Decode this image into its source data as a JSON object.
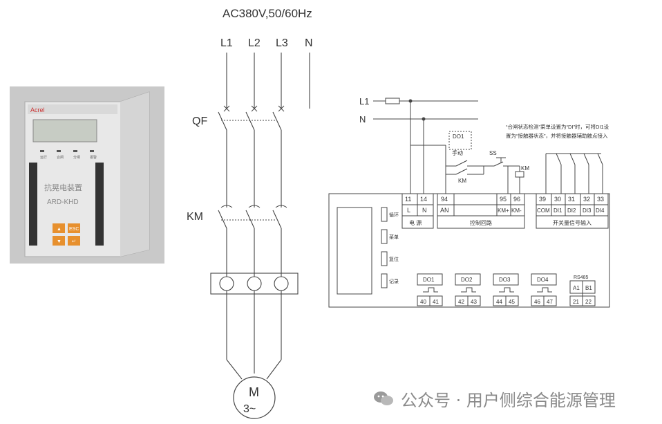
{
  "supply_label": "AC380V,50/60Hz",
  "phases": [
    "L1",
    "L2",
    "L3",
    "N"
  ],
  "breaker_label": "QF",
  "contactor_label": "KM",
  "motor": {
    "symbol": "M",
    "type": "3~"
  },
  "device": {
    "brand": "Acrel",
    "name_cn": "抗晃电装置",
    "model": "ARD-KHD",
    "leds": [
      "运行",
      "合闸",
      "分闸",
      "报警"
    ],
    "keys": [
      "▲",
      "ESC",
      "▼",
      "↵"
    ]
  },
  "wiring": {
    "line_labels": [
      "L1",
      "N"
    ],
    "note_line1": "“合闸状态检测”菜单设置为“DI”时，可将DI1设",
    "note_line2": "置为“接触器状态”，并将接触器辅助触点接入",
    "do1_box": "DO1",
    "fuse_label": "手动",
    "ss_label": "SS",
    "km_labels": [
      "KM",
      "KM"
    ],
    "terminal_groups": [
      {
        "numbers": [
          "11",
          "14"
        ],
        "names": [
          "L",
          "N"
        ],
        "caption": "电 源"
      },
      {
        "numbers": [
          "94",
          "95",
          "96"
        ],
        "names": [
          "AN",
          "KM+",
          "KM-"
        ],
        "caption": "控制回路"
      },
      {
        "numbers": [
          "39",
          "30",
          "31",
          "32",
          "33"
        ],
        "names": [
          "COM",
          "DI1",
          "DI2",
          "DI3",
          "DI4"
        ],
        "caption": "开关量信号输入"
      }
    ],
    "side_buttons": [
      "循环",
      "菜单",
      "复位",
      "记录"
    ],
    "outputs": [
      {
        "name": "DO1",
        "terms": [
          "40",
          "41"
        ]
      },
      {
        "name": "DO2",
        "terms": [
          "42",
          "43"
        ]
      },
      {
        "name": "DO3",
        "terms": [
          "44",
          "45"
        ]
      },
      {
        "name": "DO4",
        "terms": [
          "46",
          "47"
        ]
      }
    ],
    "rs485": {
      "name": "RS485",
      "terms": [
        "A1",
        "B1"
      ],
      "numbers": [
        "21",
        "22"
      ]
    }
  },
  "watermark": "公众号 · 用户侧综合能源管理"
}
